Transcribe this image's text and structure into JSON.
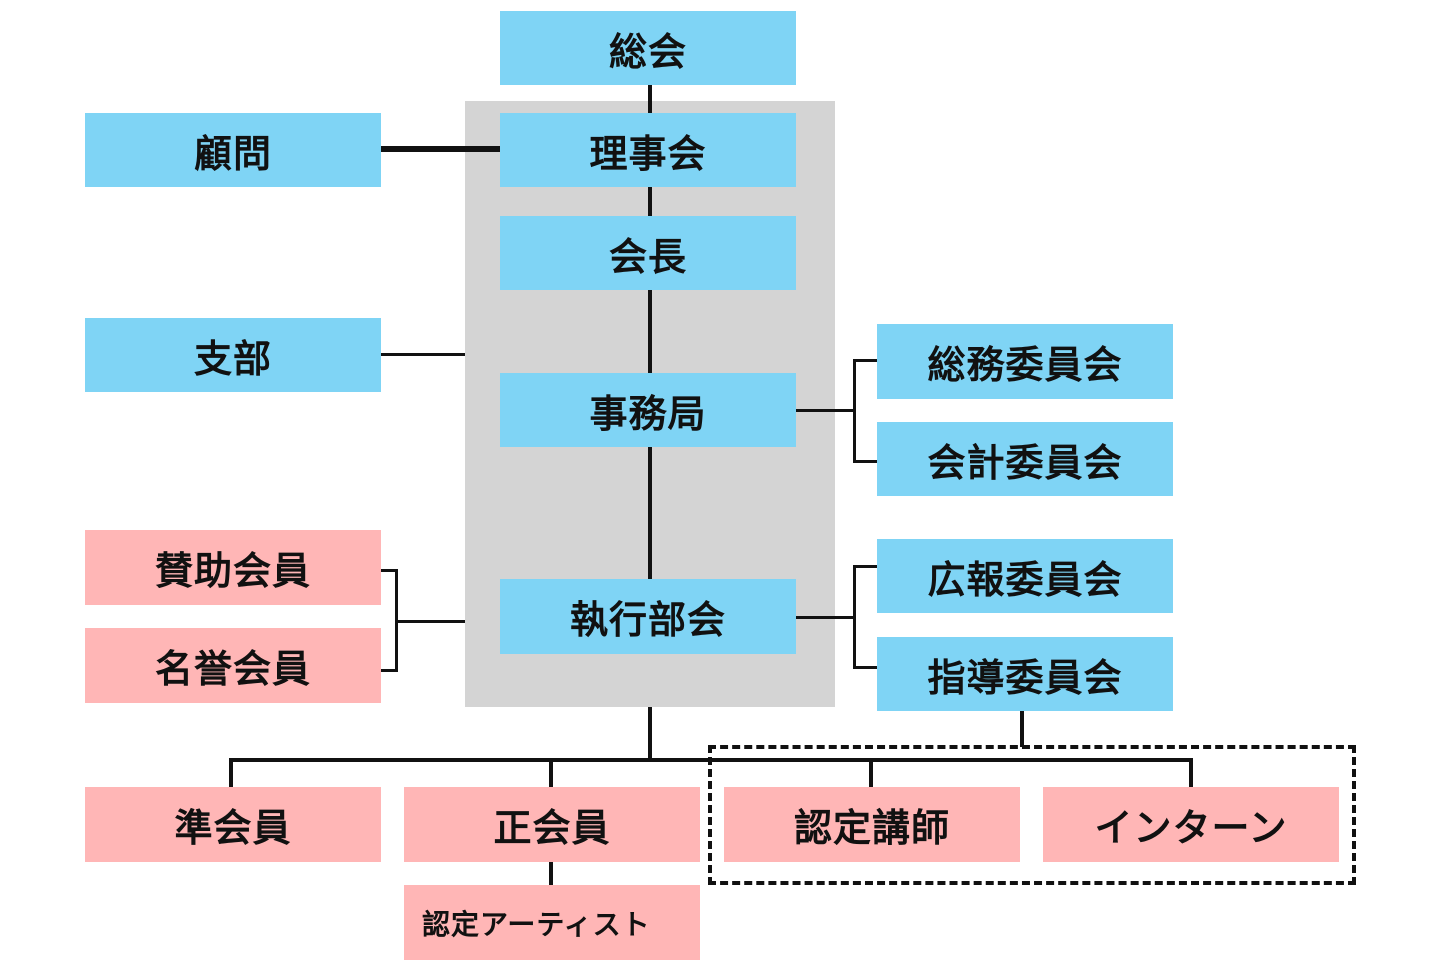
{
  "diagram": {
    "title": "Organization Chart",
    "colors": {
      "body": "#7fd4f5",
      "member": "#ffb6b6",
      "executive_panel": "#d4d4d4",
      "line": "#111111"
    },
    "nodes": {
      "general_assembly": "総会",
      "board": "理事会",
      "president": "会長",
      "secretariat": "事務局",
      "executive_committee": "執行部会",
      "advisor": "顧問",
      "branch": "支部",
      "supporting_member": "賛助会員",
      "honorary_member": "名誉会員",
      "general_affairs_committee": "総務委員会",
      "accounting_committee": "会計委員会",
      "pr_committee": "広報委員会",
      "guidance_committee": "指導委員会",
      "associate_member": "準会員",
      "regular_member": "正会員",
      "certified_artist": "認定アーティスト",
      "certified_instructor": "認定講師",
      "intern": "インターン"
    },
    "edges": [
      [
        "general_assembly",
        "board"
      ],
      [
        "board",
        "president"
      ],
      [
        "president",
        "secretariat"
      ],
      [
        "secretariat",
        "executive_committee"
      ],
      [
        "advisor",
        "board"
      ],
      [
        "branch",
        "executive_panel"
      ],
      [
        "supporting_member",
        "executive_panel"
      ],
      [
        "honorary_member",
        "executive_panel"
      ],
      [
        "secretariat",
        "general_affairs_committee"
      ],
      [
        "secretariat",
        "accounting_committee"
      ],
      [
        "executive_committee",
        "pr_committee"
      ],
      [
        "executive_committee",
        "guidance_committee"
      ],
      [
        "executive_panel",
        "associate_member"
      ],
      [
        "executive_panel",
        "regular_member"
      ],
      [
        "executive_panel",
        "certified_instructor"
      ],
      [
        "executive_panel",
        "intern"
      ],
      [
        "regular_member",
        "certified_artist"
      ],
      [
        "guidance_committee",
        "instructor_intern_group"
      ]
    ]
  }
}
